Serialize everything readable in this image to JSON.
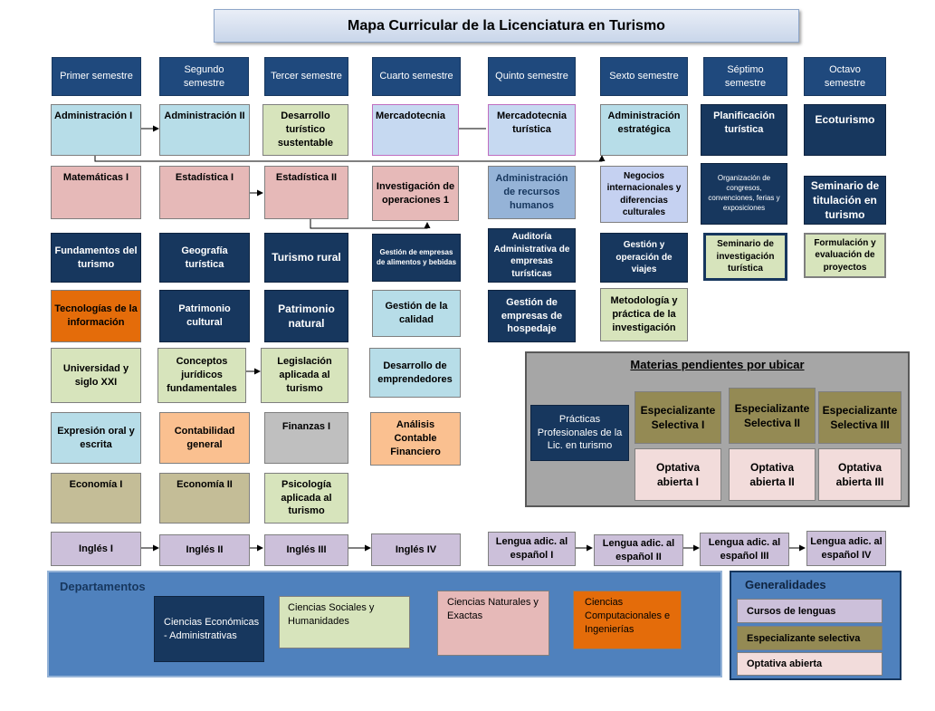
{
  "title": "Mapa Curricular de la Licenciatura en Turismo",
  "semesters": [
    "Primer semestre",
    "Segundo semestre",
    "Tercer semestre",
    "Cuarto semestre",
    "Quinto semestre",
    "Sexto semestre",
    "Séptimo semestre",
    "Octavo semestre"
  ],
  "courses": {
    "c1": [
      "Administración I",
      "Matemáticas I",
      "Fundamentos del turismo",
      "Tecnologías de la información",
      "Universidad y siglo XXI",
      "Expresión oral y escrita",
      "Economía I",
      "Inglés I"
    ],
    "c2": [
      "Administración II",
      "Estadística I",
      "Geografía turística",
      "Patrimonio cultural",
      "Conceptos jurídicos fundamentales",
      "Contabilidad general",
      "Economía II",
      "Inglés II"
    ],
    "c3": [
      "Desarrollo turístico sustentable",
      "Estadística II",
      "Turismo rural",
      "Patrimonio natural",
      "Legislación aplicada al turismo",
      "Finanzas I",
      "Psicología aplicada al turismo",
      "Inglés III"
    ],
    "c4": [
      "Mercadotecnia",
      "Investigación de operaciones 1",
      "Gestión de empresas de alimentos y bebidas",
      "Gestión de la calidad",
      "Desarrollo de emprendedores",
      "Análisis Contable Financiero",
      "Inglés IV"
    ],
    "c5": [
      "Mercadotecnia turística",
      "Administración de recursos humanos",
      "Auditoría Administrativa de empresas turísticas",
      "Gestión de empresas de hospedaje",
      "Lengua adic. al español I"
    ],
    "c6": [
      "Administración estratégica",
      "Negocios internacionales y diferencias culturales",
      "Gestión y operación de viajes",
      "Metodología y práctica de la investigación",
      "Lengua adic. al español II"
    ],
    "c7": [
      "Planificación turística",
      "Organización de congresos, convenciones, ferias y exposiciones",
      "Seminario de investigación turística",
      "Lengua adic. al español III"
    ],
    "c8": [
      "Ecoturismo",
      "Seminario de titulación en turismo",
      "Formulación y evaluación de proyectos",
      "Lengua adic. al español IV"
    ]
  },
  "pending": {
    "title": "Materias pendientes por ubicar",
    "practicas": "Prácticas Profesionales de la Lic. en turismo",
    "especializante": [
      "Especializante Selectiva I",
      "Especializante Selectiva II",
      "Especializante Selectiva III"
    ],
    "optativa": [
      "Optativa abierta I",
      "Optativa abierta II",
      "Optativa abierta III"
    ]
  },
  "departments": {
    "title": "Departamentos",
    "items": [
      "Ciencias Económicas - Administrativas",
      "Ciencias Sociales y Humanidades",
      "Ciencias Naturales y Exactas",
      "Ciencias Computacionales e Ingenierías"
    ]
  },
  "generalities": {
    "title": "Generalidades",
    "items": [
      "Cursos de lenguas",
      "Especializante selectiva",
      "Optativa abierta"
    ]
  },
  "colors": {
    "dark_navy": "#17375e",
    "light_blue": "#b7dde8",
    "pink": "#e6b9b8",
    "light_green": "#d7e4bc",
    "lavender": "#ccc0da",
    "periwinkle": "#c6d9f1",
    "medium_blue": "#95b3d7",
    "orange": "#e46c0a",
    "peach": "#fac090",
    "gray": "#bfbfbf",
    "tan": "#c4bd97",
    "olive": "#948a54",
    "pale_pink": "#f2dcdb",
    "panel_blue": "#4f81bd",
    "panel_gray": "#a6a6a6"
  }
}
